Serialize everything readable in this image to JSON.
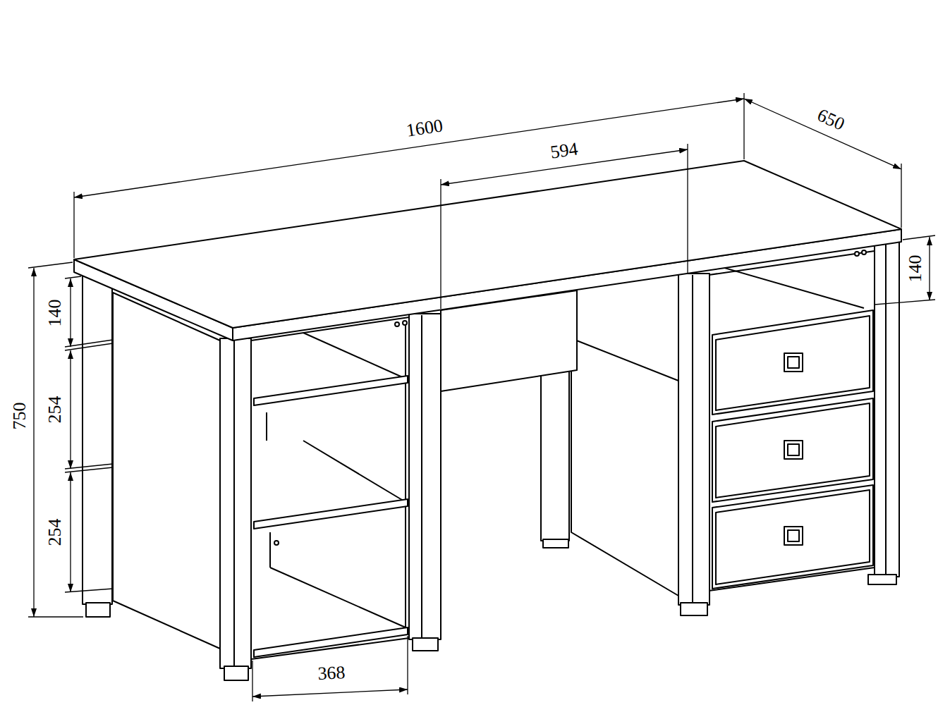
{
  "diagram": {
    "labels": [
      "1600",
      "594",
      "650",
      "750",
      "140",
      "254",
      "254",
      "140",
      "368"
    ]
  }
}
